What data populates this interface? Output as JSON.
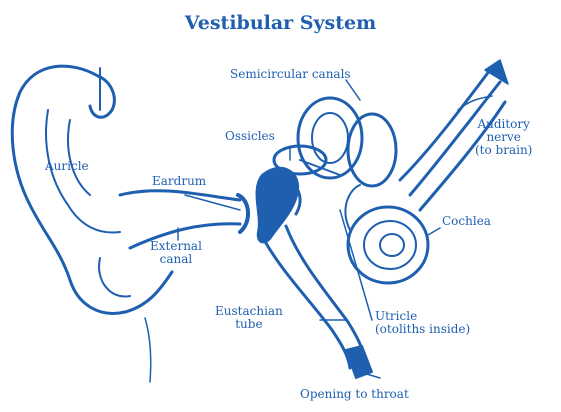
{
  "title": "Vestibular System",
  "labels": {
    "semicircular_canals": "Semicircular canals",
    "auditory_nerve": [
      "Auditory",
      "nerve",
      "(to brain)"
    ],
    "ossicles": "Ossicles",
    "auricle": "Auricle",
    "eardrum": "Eardrum",
    "cochlea": "Cochlea",
    "external_canal": [
      "External",
      "canal"
    ],
    "eustachian_tube": [
      "Eustachian",
      "tube"
    ],
    "utricle": [
      "Utricle",
      "(otoliths inside)"
    ],
    "opening_to_throat": "Opening to throat"
  },
  "colors": {
    "ink": "#1f5fb0",
    "background": "#ffffff"
  }
}
